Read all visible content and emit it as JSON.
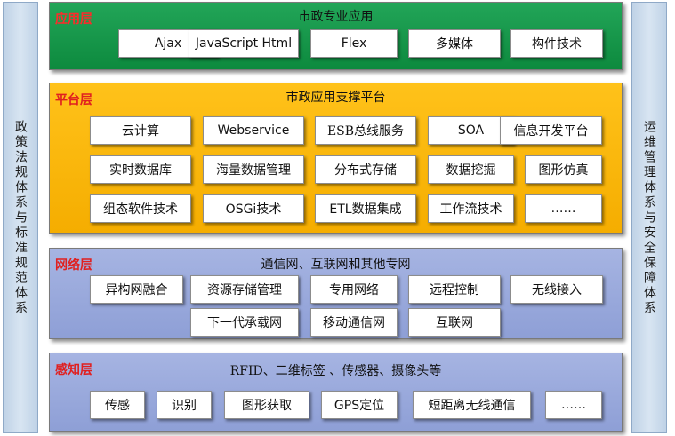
{
  "left_panel": "政策法规体系与标准规范体系",
  "right_panel": "运维管理体系与安全保障体系",
  "layers": {
    "app": {
      "name": "应用层",
      "title": "市政专业应用",
      "items": [
        "Ajax",
        "JavaScript Html",
        "Flex",
        "多媒体",
        "构件技术"
      ]
    },
    "platform": {
      "name": "平台层",
      "title": "市政应用支撑平台",
      "rows": [
        [
          "云计算",
          "Webservice",
          "ESB总线服务",
          "SOA",
          "信息开发平台"
        ],
        [
          "实时数据库",
          "海量数据管理",
          "分布式存储",
          "数据挖掘",
          "图形仿真"
        ],
        [
          "组态软件技术",
          "OSGi技术",
          "ETL数据集成",
          "工作流技术",
          "……"
        ]
      ]
    },
    "network": {
      "name": "网络层",
      "title": "通信网、互联网和其他专网",
      "row1": [
        "异构网融合",
        "资源存储管理",
        "专用网络",
        "远程控制",
        "无线接入"
      ],
      "row2": [
        "下一代承载网",
        "移动通信网",
        "互联网"
      ]
    },
    "sense": {
      "name": "感知层",
      "title": "RFID、二维标签 、传感器、摄像头等",
      "items": [
        "传感",
        "识别",
        "图形获取",
        "GPS定位",
        "短距离无线通信",
        "……"
      ]
    }
  }
}
